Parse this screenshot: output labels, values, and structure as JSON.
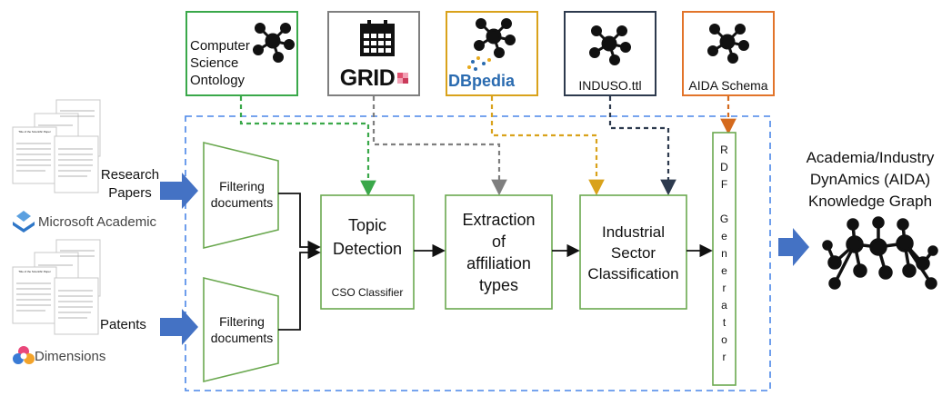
{
  "sources": {
    "cso": {
      "label": "Computer\nScience\nOntology",
      "color": "#3aa84a"
    },
    "grid": {
      "label": "GRID",
      "color": "#7f7f7f"
    },
    "dbpedia": {
      "label": "DBpedia",
      "color": "#d9a21b"
    },
    "induso": {
      "label": "INDUSO.ttl",
      "color": "#2d3a4e"
    },
    "aida_schema": {
      "label": "AIDA Schema",
      "color": "#e2742a"
    }
  },
  "inputs": {
    "research_papers": {
      "label": "Research\nPapers",
      "provider": "Microsoft Academic",
      "doc_title": "Title of the Scientific Paper"
    },
    "patents": {
      "label": "Patents",
      "provider": "Dimensions",
      "doc_title": "Title of the Scientific Paper"
    }
  },
  "pipeline": {
    "filter_top": "Filtering\ndocuments",
    "filter_bottom": "Filtering\ndocuments",
    "topic_detection": "Topic\nDetection",
    "cso_classifier": "CSO Classifier",
    "extraction": "Extraction\nof\naffiliation\ntypes",
    "industrial": "Industrial\nSector\nClassification",
    "rdf_generator": "R\nD\nF\n\nG\ne\nn\ne\nr\na\nt\no\nr"
  },
  "output": {
    "label": "Academia/Industry\nDynAmics (AIDA)\nKnowledge Graph"
  },
  "colors": {
    "box_border": "#6aa84f",
    "arrow_blue": "#4472c4",
    "dashed_frame": "#4a86e8"
  },
  "icons": [
    "graph-icon",
    "calendar-icon",
    "cube-icon",
    "dbpedia-drop-icon",
    "microsoft-academic-icon",
    "dimensions-icon",
    "knowledge-graph-icon"
  ]
}
